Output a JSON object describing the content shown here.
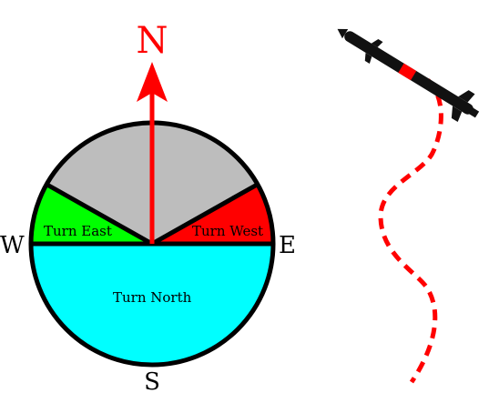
{
  "compass": {
    "north": "N",
    "south": "S",
    "east": "E",
    "west": "W",
    "sectors": {
      "turn_east": "Turn East",
      "turn_west": "Turn West",
      "turn_north": "Turn North"
    }
  },
  "colors": {
    "turn_east": "#00ff00",
    "turn_west": "#ff0000",
    "turn_north": "#00ffff",
    "neutral": "#bdbdbd",
    "arrow": "#ff0000",
    "outline": "#000000",
    "missile_body": "#111111",
    "trail": "#ff0000"
  },
  "icons": {
    "missile": "missile-icon",
    "arrow": "north-arrow-icon"
  }
}
